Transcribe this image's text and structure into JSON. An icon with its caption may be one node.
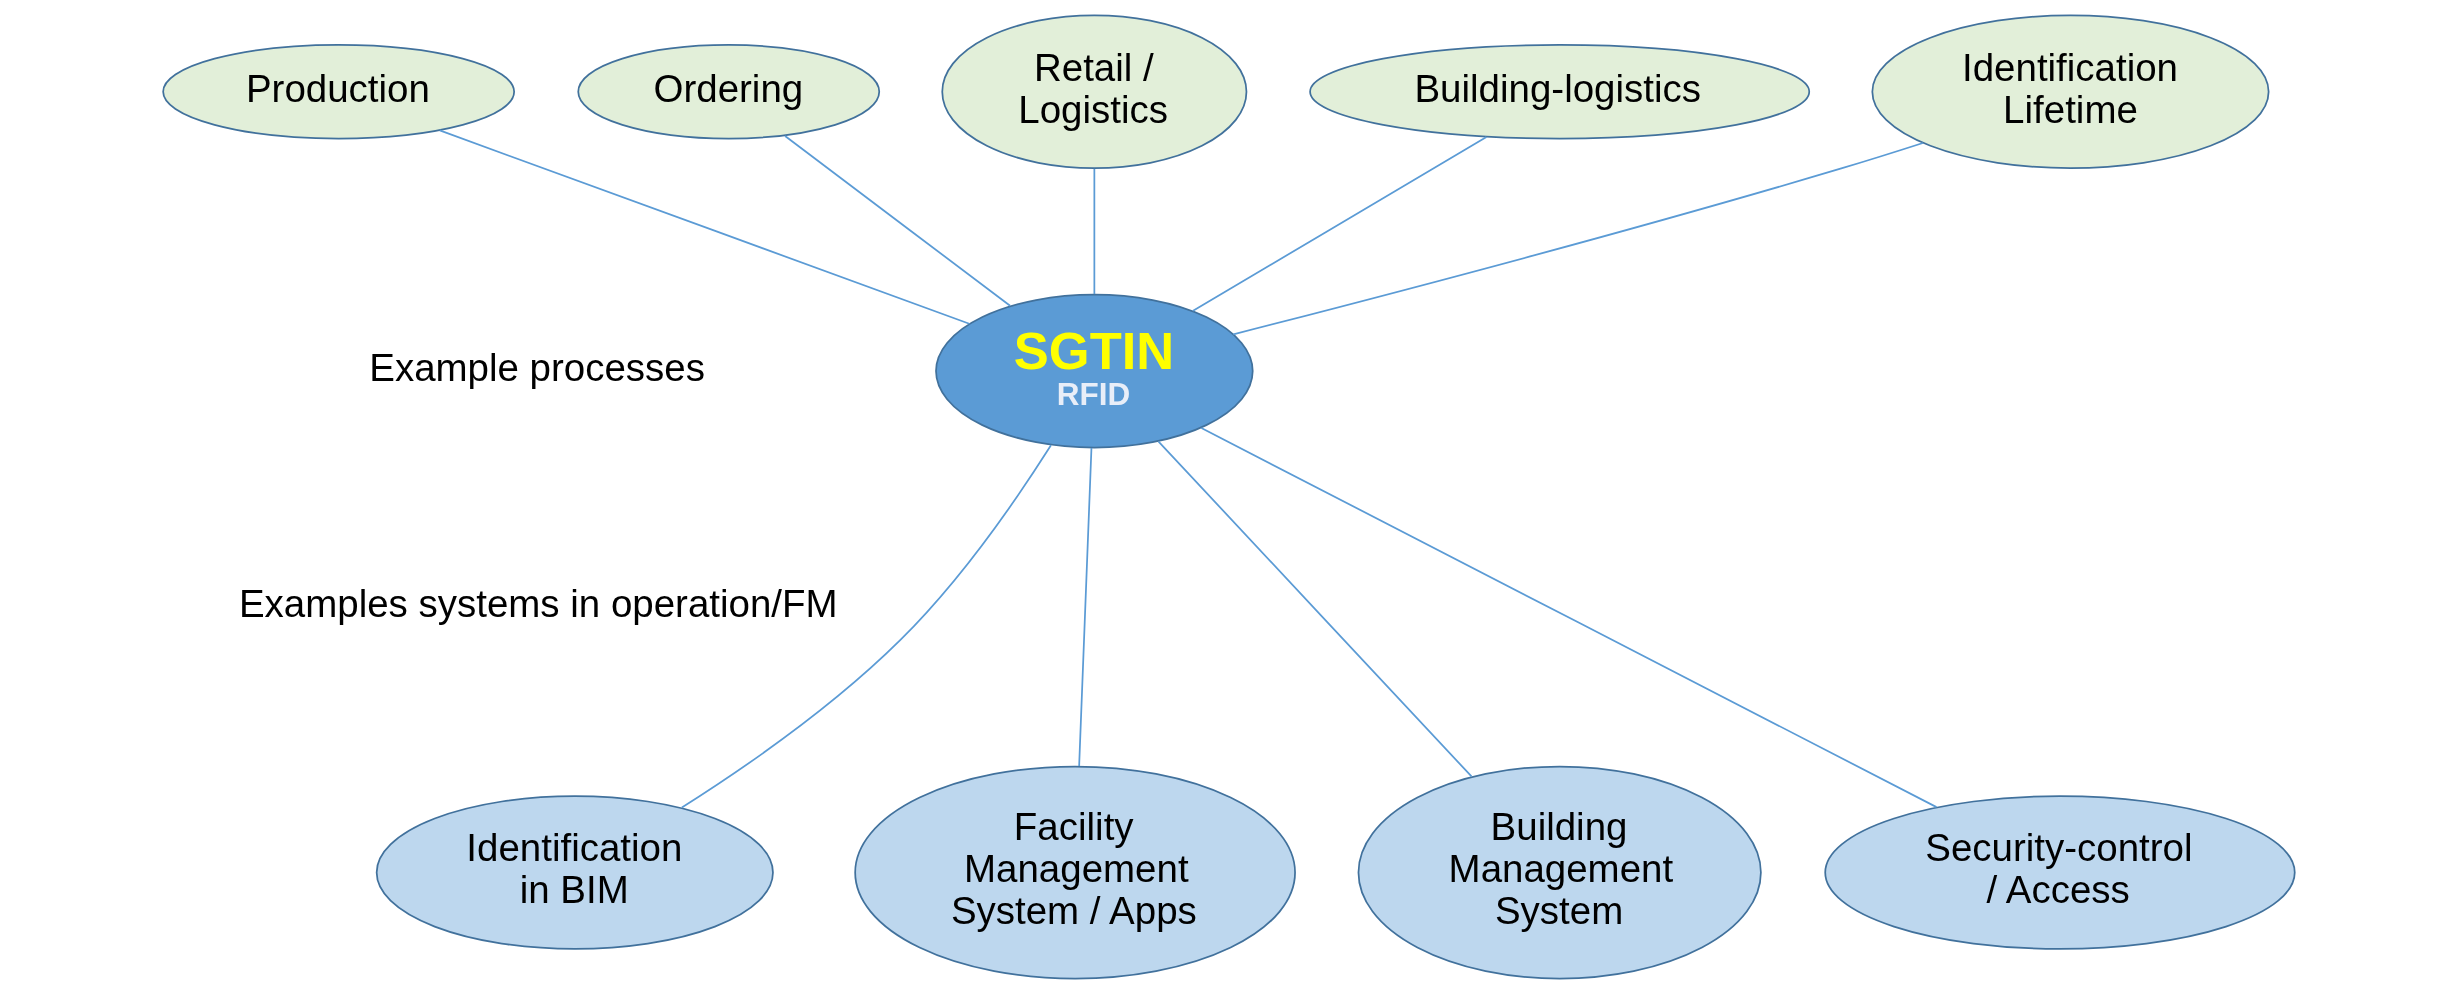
{
  "diagram": {
    "nodes": [
      {
        "text": [
          "Production"
        ]
      },
      {
        "text": [
          "Ordering"
        ]
      },
      {
        "text": [
          "Retail / Logistics"
        ]
      },
      {
        "text": [
          "Building-logistics"
        ]
      },
      {
        "text": [
          "Identification Lifetime"
        ]
      },
      {
        "text": [
          "SGTIN",
          "RFID"
        ]
      },
      {
        "text": [
          "Identification in BIM"
        ]
      },
      {
        "text": [
          "Facility Management System / Apps"
        ]
      },
      {
        "text": [
          "Building Management System"
        ]
      },
      {
        "text": [
          "Security-control / Access"
        ]
      }
    ],
    "edges": [
      {
        "from": 0,
        "to": 5,
        "arrow": "none"
      },
      {
        "from": 1,
        "to": 5,
        "arrow": "none"
      },
      {
        "from": 2,
        "to": 5,
        "arrow": "none"
      },
      {
        "from": 3,
        "to": 5,
        "arrow": "none"
      },
      {
        "from": 4,
        "to": 5,
        "arrow": "none"
      },
      {
        "from": 5,
        "to": 6,
        "arrow": "none"
      },
      {
        "from": 5,
        "to": 7,
        "arrow": "none"
      },
      {
        "from": 5,
        "to": 8,
        "arrow": "none"
      },
      {
        "from": 5,
        "to": 9,
        "arrow": "none"
      }
    ],
    "labels": [
      "Example processes",
      "Examples systems in operation/FM"
    ]
  }
}
